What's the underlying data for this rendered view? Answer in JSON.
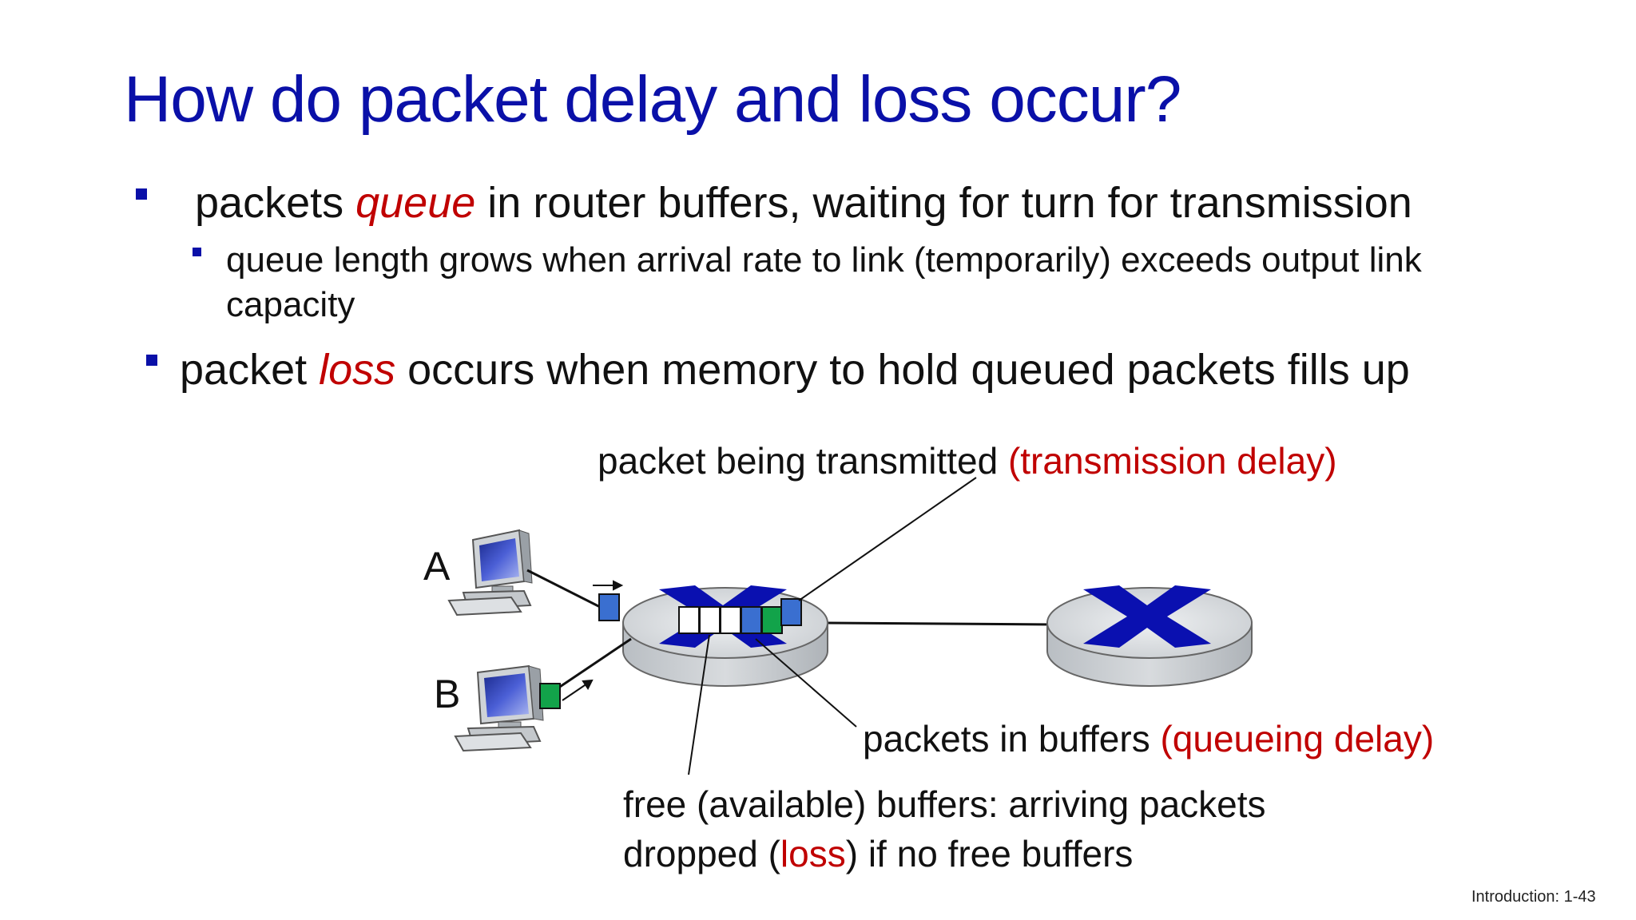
{
  "slide": {
    "title": "How do packet delay and loss occur?",
    "bullets": [
      {
        "pre": "packets ",
        "emph": "queue",
        "post": " in router buffers, waiting for turn for transmission",
        "sub": {
          "line1": "queue length grows when arrival rate to link (temporarily) exceeds output link",
          "line2": "capacity"
        }
      },
      {
        "pre": "packet ",
        "emph": "loss",
        "post": " occurs when memory to hold queued packets fills up"
      }
    ],
    "footer": "Introduction: 1-43"
  },
  "diagram": {
    "host_a": "A",
    "host_b": "B",
    "label_transmitting": {
      "text": "packet being transmitted ",
      "delay": "(transmission delay)"
    },
    "label_buffers": {
      "text": "packets in buffers ",
      "delay": "(queueing delay)"
    },
    "label_free": {
      "line1": "free (available) buffers: arriving packets",
      "line2_pre": "dropped (",
      "line2_red": "loss",
      "line2_post": ") if no free buffers"
    },
    "colors": {
      "title_blue": "#0a10a8",
      "accent_red": "#c00000",
      "packet_blue": "#3a6fd0",
      "packet_green": "#12a34a",
      "router_gray": "#d6dadd"
    },
    "icons": [
      "computer-icon",
      "router-icon",
      "packet-icon",
      "arrow-icon"
    ]
  }
}
